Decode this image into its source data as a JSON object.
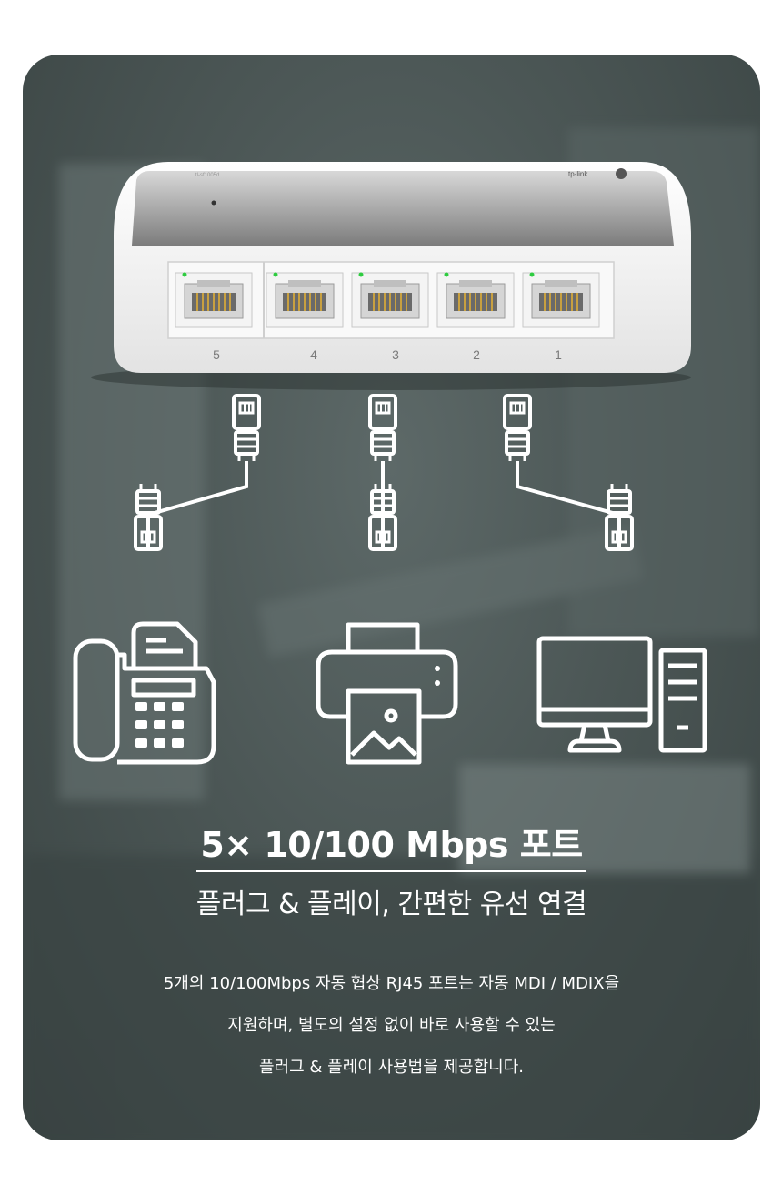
{
  "device": {
    "brand": "tp-link",
    "port_numbers": [
      "5",
      "4",
      "3",
      "2",
      "1"
    ]
  },
  "devices_connected": [
    {
      "icon": "fax-phone-icon"
    },
    {
      "icon": "printer-icon"
    },
    {
      "icon": "desktop-computer-icon"
    }
  ],
  "headline": "5× 10/100 Mbps 포트",
  "subtitle": "플러그 & 플레이, 간편한 유선 연결",
  "description": [
    "5개의 10/100Mbps 자동 협상 RJ45 포트는 자동 MDI / MDIX을",
    "지원하며, 별도의 설정 없이 바로 사용할 수 있는",
    "플러그 & 플레이 사용법을 제공합니다."
  ],
  "colors": {
    "background": "#4c5756",
    "foreground": "#ffffff",
    "port_led": "#2ecc40"
  }
}
